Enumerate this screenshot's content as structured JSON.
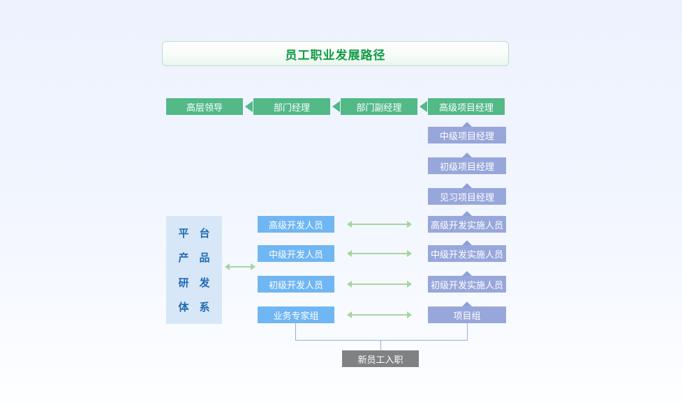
{
  "title": "员工职业发展路径",
  "management_path": [
    "高层领导",
    "部门经理",
    "部门副经理",
    "高级项目经理"
  ],
  "project_path": [
    "中级项目经理",
    "初级项目经理",
    "见习项目经理",
    "高级开发实施人员",
    "中级开发实施人员",
    "初级开发实施人员",
    "项目组"
  ],
  "dev_path": [
    "高级开发人员",
    "中级开发人员",
    "初级开发人员",
    "业务专家组"
  ],
  "platform_box": [
    "平　台",
    "产　品",
    "研　发",
    "体　系"
  ],
  "entry_box": "新员工入职",
  "colors": {
    "title_text": "#0f9c43",
    "title_border": "#b9dfc8",
    "green_node": "#52b987",
    "sky_blue_node": "#6fb6f3",
    "periwinkle_node": "#98a7db",
    "platform_bg": "#d7e7f7",
    "platform_text": "#1f6ab3",
    "gray_node": "#7f8183",
    "green_arrow": "#a6d5a0",
    "connector_line": "#9aace0"
  }
}
